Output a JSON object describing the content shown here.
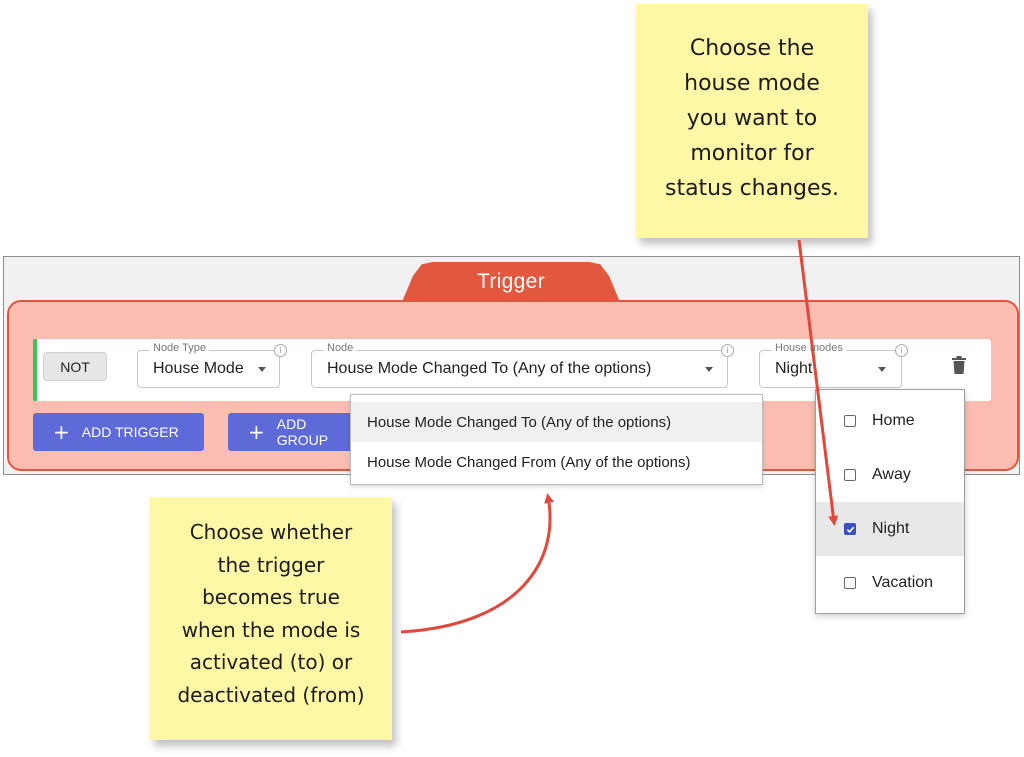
{
  "panel": {
    "title": "Trigger",
    "not_button": "NOT",
    "node_type": {
      "label": "Node Type",
      "value": "House Mode",
      "info_icon": "info-icon"
    },
    "node": {
      "label": "Node",
      "value": "House Mode Changed To (Any of the options)",
      "info_icon": "info-icon"
    },
    "house_modes": {
      "label": "House modes",
      "value": "Night",
      "info_icon": "info-icon"
    },
    "add_trigger": "ADD TRIGGER",
    "add_group": "ADD GROUP",
    "delete_icon": "trash-icon"
  },
  "node_menu": {
    "items": [
      {
        "label": "House Mode Changed To (Any of the options)",
        "highlighted": true
      },
      {
        "label": "House Mode Changed From (Any of the options)",
        "highlighted": false
      }
    ]
  },
  "mode_menu": {
    "items": [
      {
        "label": "Home",
        "checked": false
      },
      {
        "label": "Away",
        "checked": false
      },
      {
        "label": "Night",
        "checked": true
      },
      {
        "label": "Vacation",
        "checked": false
      }
    ]
  },
  "notes": {
    "top": [
      "Choose the",
      "house mode",
      "you want to",
      "monitor for",
      "status changes."
    ],
    "bottom": [
      "Choose whether",
      "the trigger",
      "becomes true",
      "when the mode is",
      "activated (to) or",
      "deactivated (from)"
    ]
  },
  "colors": {
    "tab": "#e2583e",
    "body": "#fbbdb2",
    "button": "#5d6ad8",
    "check": "#3c4fc4",
    "note": "#fdf7a6",
    "arrow": "#e2483a"
  }
}
